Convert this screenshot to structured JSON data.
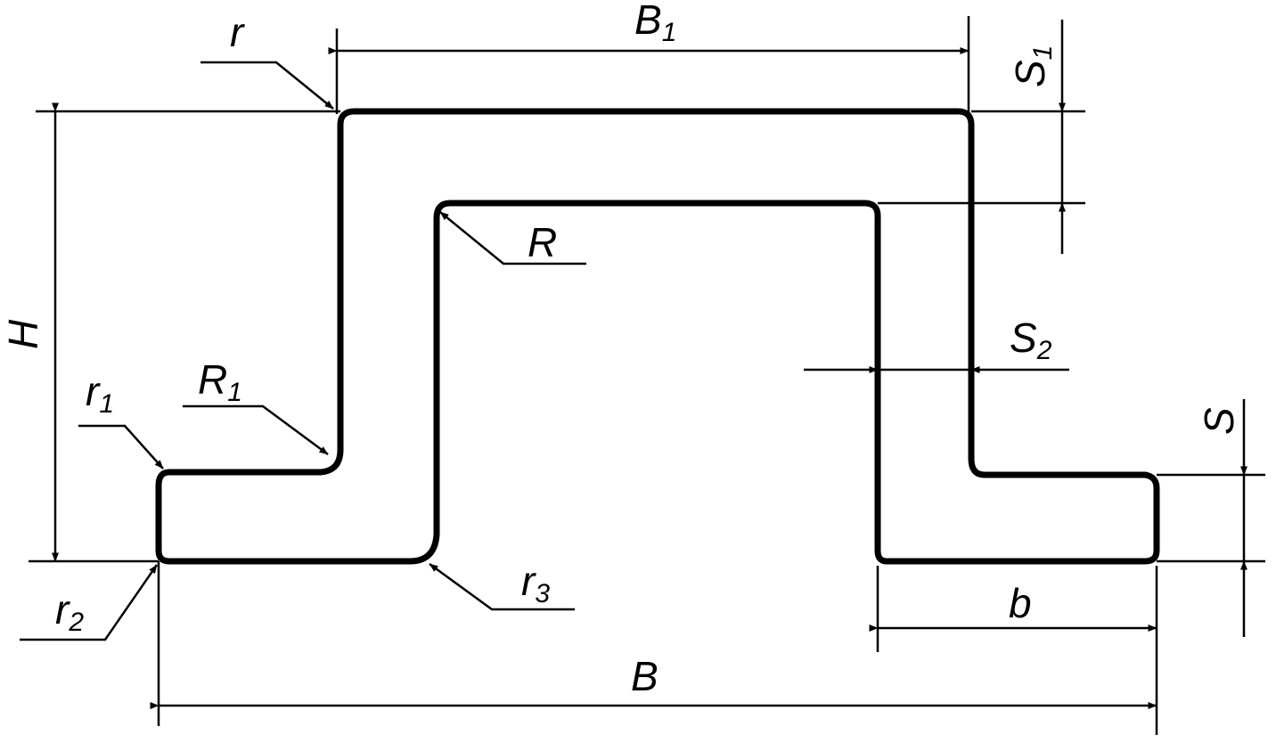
{
  "labels": {
    "B1_main": "B",
    "B1_sub": "1",
    "r": "r",
    "S1_main": "S",
    "S1_sub": "1",
    "R": "R",
    "H": "H",
    "S2_main": "S",
    "S2_sub": "2",
    "r1_main": "r",
    "r1_sub": "1",
    "R1_main": "R",
    "R1_sub": "1",
    "S": "S",
    "r3_main": "r",
    "r3_sub": "3",
    "r2_main": "r",
    "r2_sub": "2",
    "b": "b",
    "B": "B"
  },
  "colors": {
    "line": "#000000",
    "background": "#ffffff"
  }
}
